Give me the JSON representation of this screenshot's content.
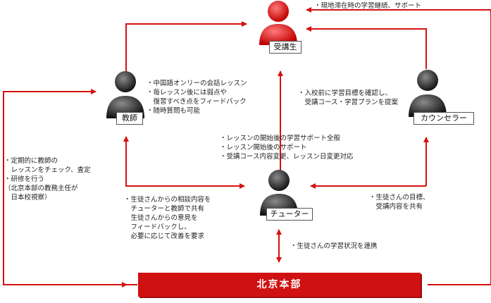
{
  "nodes": {
    "student": {
      "label": "受講生",
      "color": "#d91010"
    },
    "teacher": {
      "label": "教師",
      "color": "#333333"
    },
    "counselor": {
      "label": "カウンセラー",
      "color": "#333333"
    },
    "tutor": {
      "label": "チューター",
      "color": "#333333"
    },
    "headquarters": {
      "label": "北京本部",
      "color": "#cf1111"
    }
  },
  "notes": {
    "top_right": [
      "・現地滞在時の学習継続、サポート"
    ],
    "teacher_notes": [
      "・中国語オンリーの会話レッスン",
      "・毎レッスン後には弱点や",
      "　復習すべき点をフィードバック",
      "・随時質問も可能"
    ],
    "counselor_notes": [
      "・入校前に学習目標を確認し、",
      "　受講コース・学習プランを提案"
    ],
    "tutor_notes": [
      "・レッスンの開始後の学習サポート全般",
      "・レッスン開始後のサポート",
      "・受講コース内容変更、レッスン日変更対応"
    ],
    "left_notes": [
      "・定期的に教師の",
      "　レッスンをチェック、査定",
      "・研修を行う",
      "（北京本部の教務主任が",
      "　日本校視察）"
    ],
    "tutor_teacher_notes": [
      "・生徒さんからの相談内容を",
      "　チューターと教師で共有",
      "　生徒さんからの意見を",
      "　フィードバックし、",
      "　必要に応じて改善を要求"
    ],
    "counselor_tutor_notes": [
      "・生徒さんの目標、",
      "　受講内容を共有"
    ],
    "hq_tutor_notes": [
      "・生徒さんの学習状況を連携"
    ]
  },
  "colors": {
    "arrow": "#d41111",
    "head_dark": "#222222",
    "head_red": "#e01010"
  }
}
